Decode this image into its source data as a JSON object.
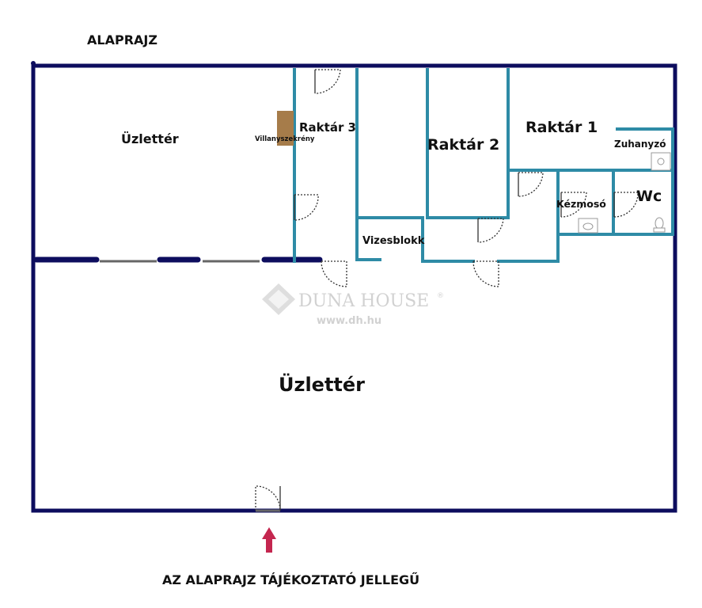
{
  "header": {
    "title": "ALAPRAJZ"
  },
  "rooms": {
    "uzletter_small": "Üzlettér",
    "uzletter_main": "Üzlettér",
    "raktar3": "Raktár 3",
    "villanyszekreny": "Villanyszekrény",
    "raktar2": "Raktár 2",
    "raktar1": "Raktár 1",
    "zuhanyzo": "Zuhanyzó",
    "kezmoso": "Kézmosó",
    "wc": "Wc",
    "vizesblokk": "Vizesblokk"
  },
  "watermark": {
    "brand": "DUNA HOUSE",
    "registered": "®",
    "url": "www.dh.hu"
  },
  "footer": {
    "disclaimer": "AZ ALAPRAJZ TÁJÉKOZTATÓ JELLEGŰ"
  },
  "colors": {
    "outer_wall": "#0d0d5e",
    "inner_wall": "#2e8ba6",
    "cabinet": "#a67c4a",
    "entrance_arrow": "#c4264f"
  },
  "icons": [
    "entrance-arrow-icon",
    "watermark-logo-icon",
    "shower-icon",
    "sink-icon",
    "toilet-icon"
  ]
}
